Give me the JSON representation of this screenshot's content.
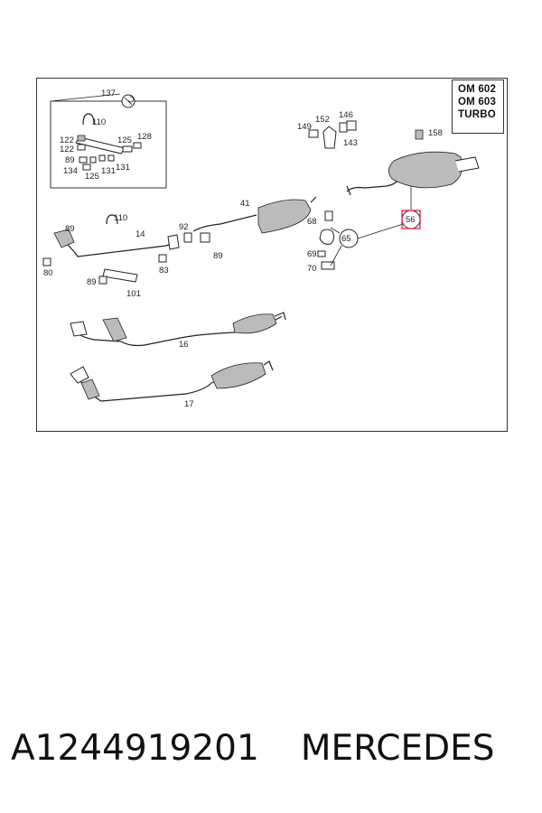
{
  "engine_box": {
    "lines": [
      "OM 602",
      "OM 603",
      "TURBO"
    ]
  },
  "callouts": {
    "c137": "137",
    "c110a": "110",
    "c122a": "122",
    "c122b": "122",
    "c125a": "125",
    "c128": "128",
    "c89a": "89",
    "c134": "134",
    "c125b": "125",
    "c131a": "131",
    "c131b": "131",
    "c149": "149",
    "c152": "152",
    "c146": "146",
    "c143": "143",
    "c158": "158",
    "c41": "41",
    "c68": "68",
    "c56": "56",
    "c65": "65",
    "c69": "69",
    "c70": "70",
    "c89b": "89",
    "c110b": "110",
    "c14": "14",
    "c92": "92",
    "c89c": "89",
    "c80": "80",
    "c83": "83",
    "c89d": "89",
    "c101": "101",
    "c16": "16",
    "c17": "17"
  },
  "caption": {
    "part_number": "A1244919201",
    "brand": "MERCEDES"
  },
  "colors": {
    "highlight": "#e0304a",
    "line": "#222222"
  }
}
